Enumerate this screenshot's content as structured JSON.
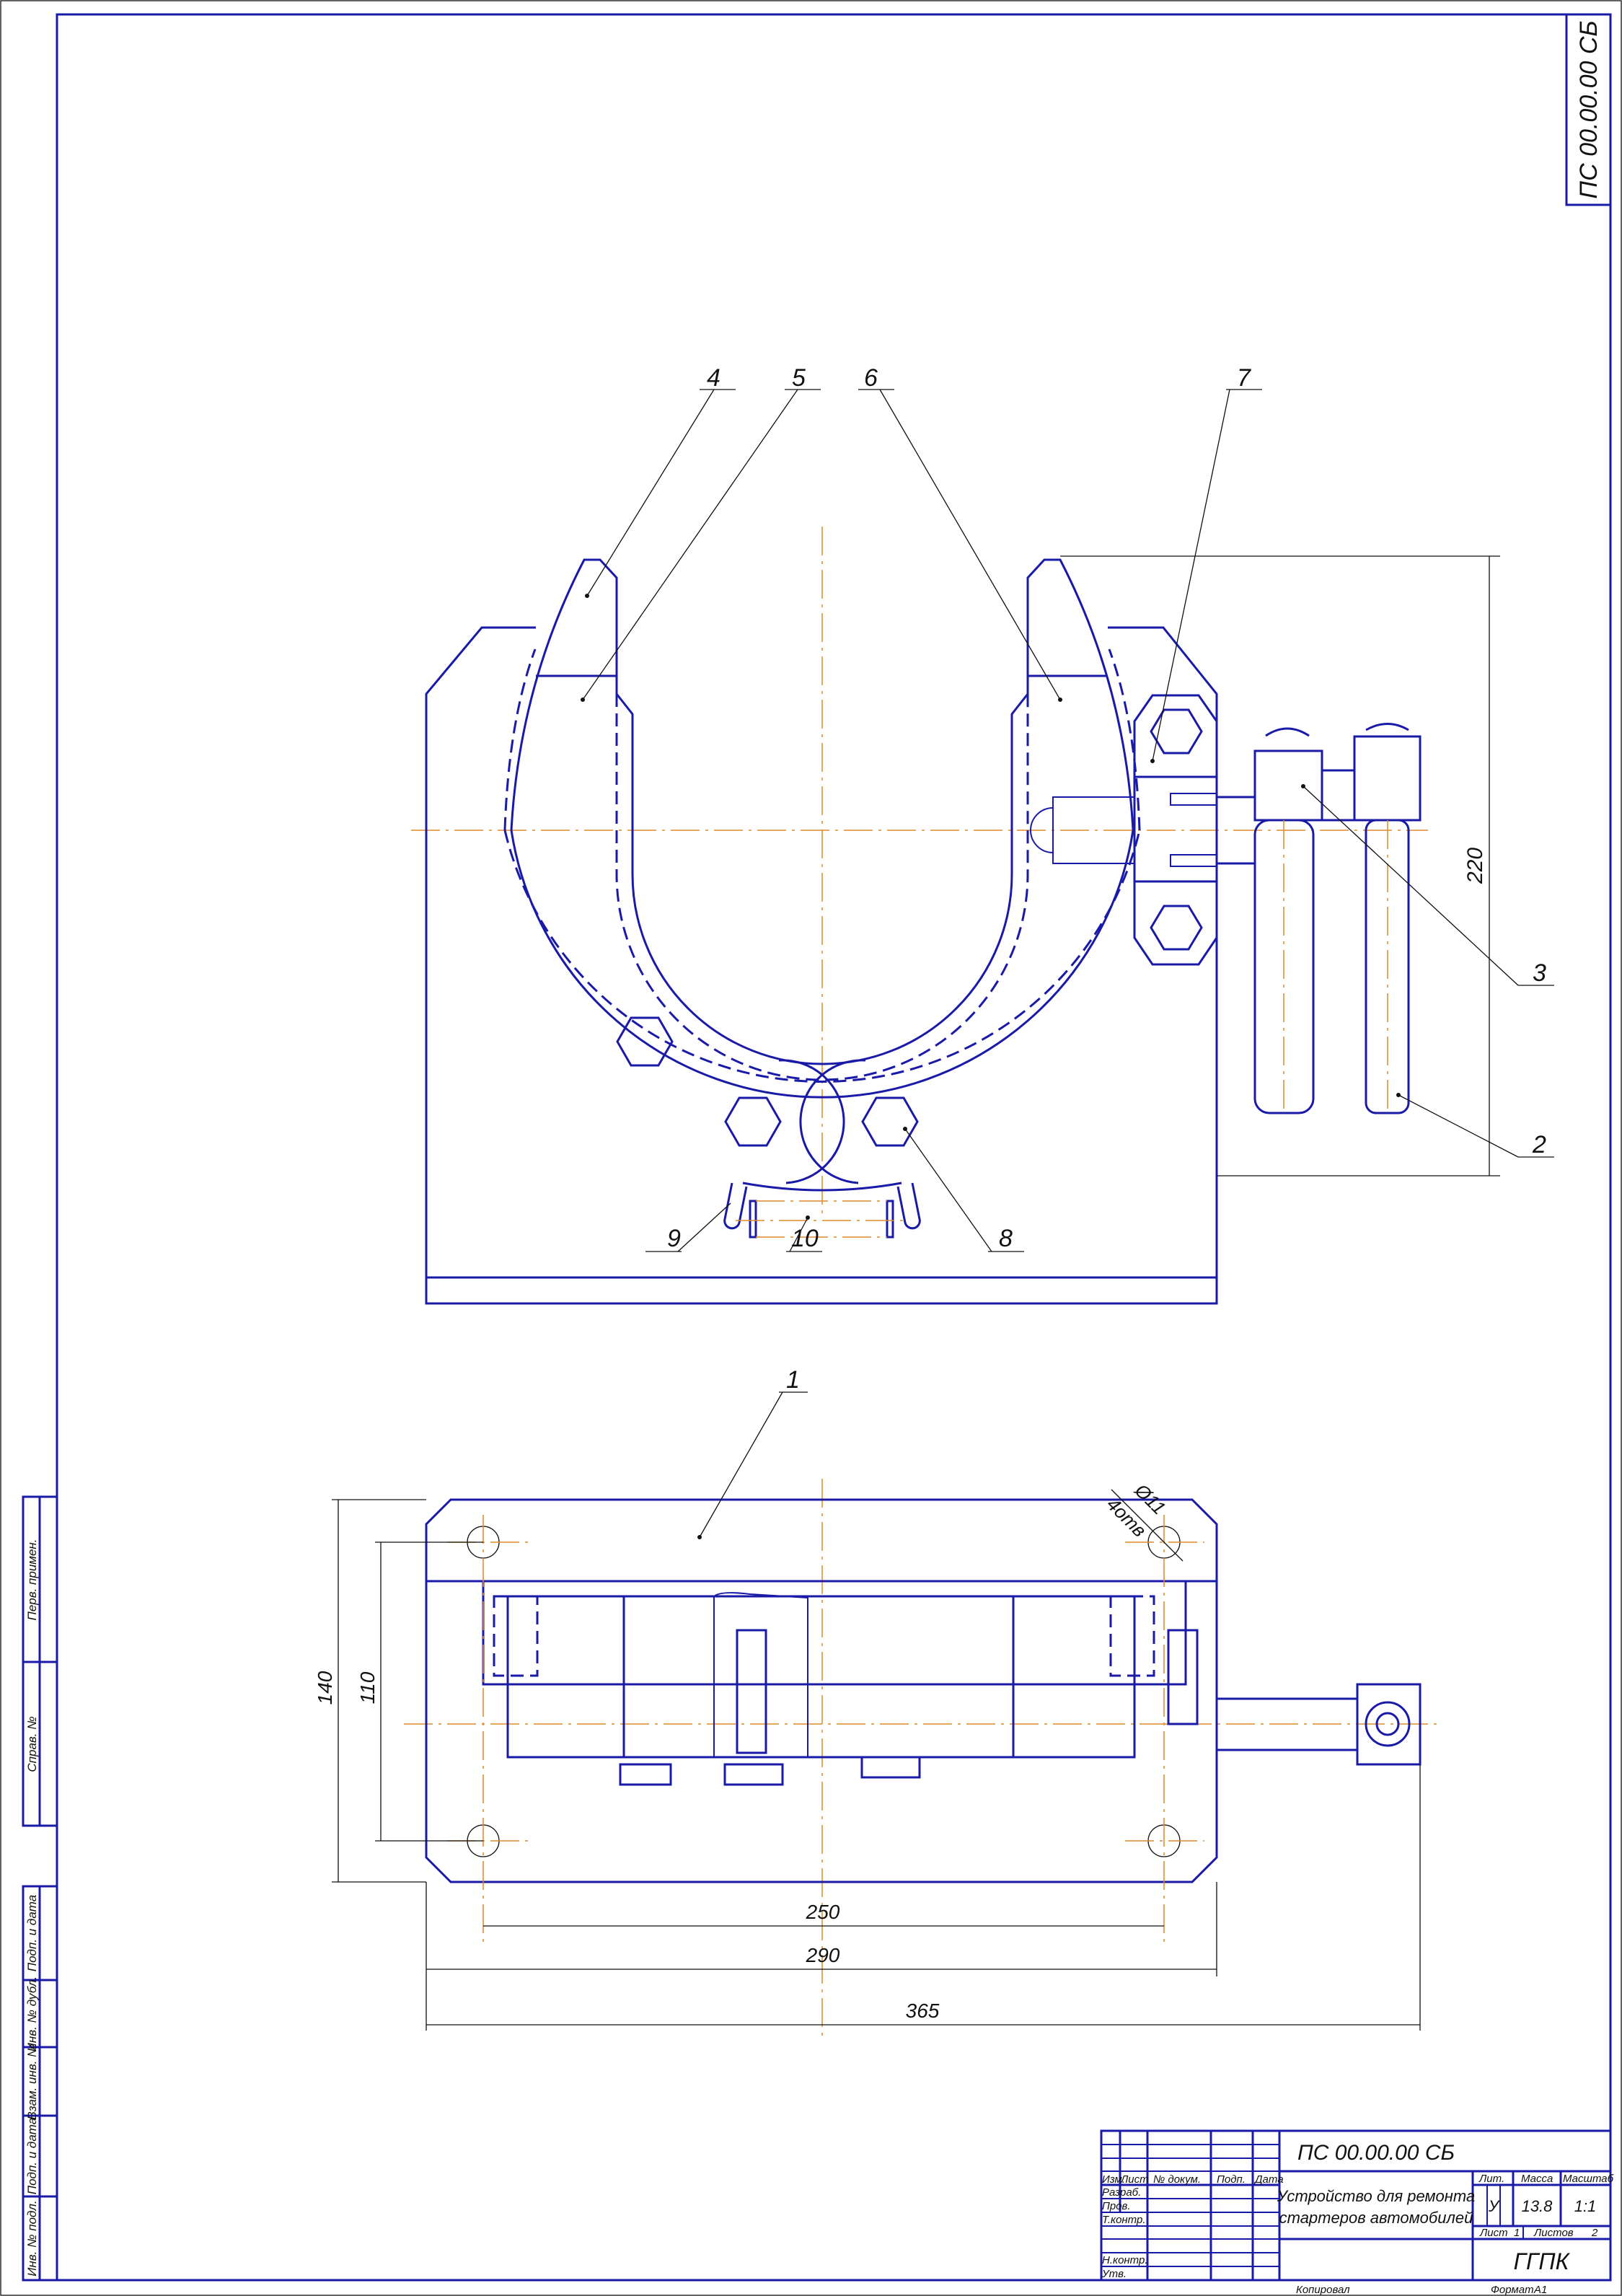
{
  "stamp_top_right": "ПС 00.00.00 СБ",
  "callouts": {
    "p1": "1",
    "p2": "2",
    "p3": "3",
    "p4": "4",
    "p5": "5",
    "p6": "6",
    "p7": "7",
    "p8": "8",
    "p9": "9",
    "p10": "10"
  },
  "dimensions": {
    "height_220": "220",
    "width_250": "250",
    "width_290": "290",
    "width_365": "365",
    "height_140": "140",
    "height_110": "110",
    "hole_dia": "Ø11",
    "hole_count": "4отв"
  },
  "left_stamps": {
    "perv_primen": "Перв. примен.",
    "sprav_no": "Справ. №",
    "podp_data_1": "Подп. и дата",
    "inv_dubl": "Инв. № дубл.",
    "vzam_inv": "Взам. инв. №",
    "podp_data_2": "Подп. и дата",
    "inv_podl": "Инв. № подл."
  },
  "title_block": {
    "designation": "ПС 00.00.00 СБ",
    "name_line1": "Устройство для ремонта",
    "name_line2": "стартеров автомобилей",
    "col_izm": "Изм.",
    "col_list": "Лист",
    "col_doc": "№ докум.",
    "col_podp": "Подп.",
    "col_data": "Дата",
    "row_razrab": "Разраб.",
    "row_prov": "Пров.",
    "row_tkontr": "Т.контр.",
    "row_nkontr": "Н.контр.",
    "row_utv": "Утв.",
    "lit_label": "Лит.",
    "mass_label": "Масса",
    "scale_label": "Масштаб",
    "lit_value": "У",
    "mass_value": "13.8",
    "scale_value": "1:1",
    "sheet_label": "Лист",
    "sheet_value": "1",
    "sheets_label": "Листов",
    "sheets_value": "2",
    "organization": "ГГПК",
    "copied": "Копировал",
    "format_label": "Формат",
    "format_value": "A1"
  },
  "colors": {
    "outline": "#1a1aa8",
    "centerline": "#e08a2a",
    "thin": "#111111"
  }
}
